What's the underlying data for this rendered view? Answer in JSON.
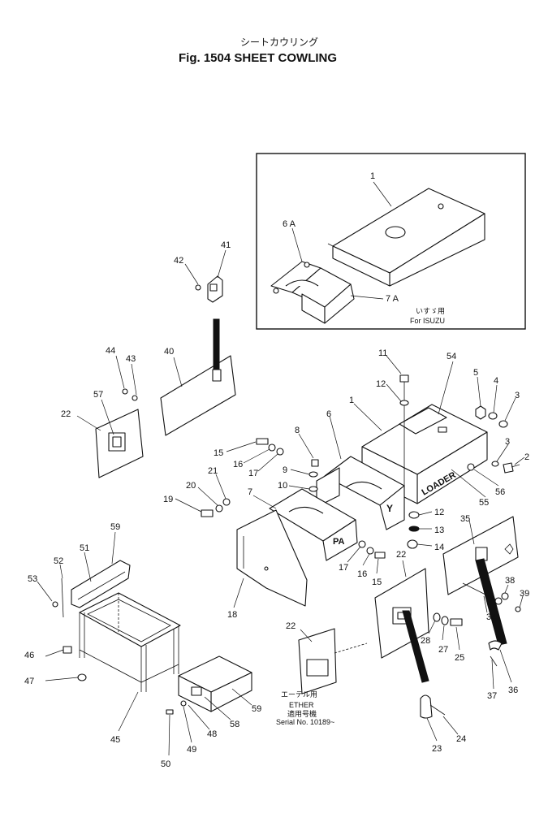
{
  "figure": {
    "title_kana": "シートカウリング",
    "title": "Fig. 1504 SHEET COWLING"
  },
  "inset": {
    "note_kana": "いすゞ用",
    "note": "For ISUZU"
  },
  "ether_note": {
    "kana": "エーテル用",
    "ether": "ETHER",
    "kana_serial": "適用号機",
    "serial": "Serial No. 10189~"
  },
  "part_text": {
    "loader": "LOADER",
    "pa": "PA",
    "y": "Y"
  },
  "callouts": {
    "c1a": "1",
    "c6a": "6 A",
    "c7a": "7 A",
    "c41": "41",
    "c42": "42",
    "c40": "40",
    "c43": "43",
    "c44": "44",
    "c57": "57",
    "c22a": "22",
    "c11": "11",
    "c12a": "12",
    "c54": "54",
    "c5": "5",
    "c4": "4",
    "c3a": "3",
    "c1b": "1",
    "c6": "6",
    "c8": "8",
    "c15a": "15",
    "c16a": "16",
    "c17a": "17",
    "c9": "9",
    "c3b": "3",
    "c2": "2",
    "c56": "56",
    "c55": "55",
    "c21": "21",
    "c20": "20",
    "c19": "19",
    "c10": "10",
    "c7": "7",
    "c12b": "12",
    "c13": "13",
    "c14": "14",
    "c35": "35",
    "c59a": "59",
    "c51": "51",
    "c52": "52",
    "c53": "53",
    "c22b": "22",
    "c17b": "17",
    "c16b": "16",
    "c15b": "15",
    "c18": "18",
    "c38": "38",
    "c39": "39",
    "c34": "34",
    "c28": "28",
    "c27": "27",
    "c25": "25",
    "c46": "46",
    "c47": "47",
    "c22c": "22",
    "c37": "37",
    "c36": "36",
    "c59b": "59",
    "c58": "58",
    "c45": "45",
    "c49": "49",
    "c48": "48",
    "c50": "50",
    "c23": "23",
    "c24": "24"
  }
}
